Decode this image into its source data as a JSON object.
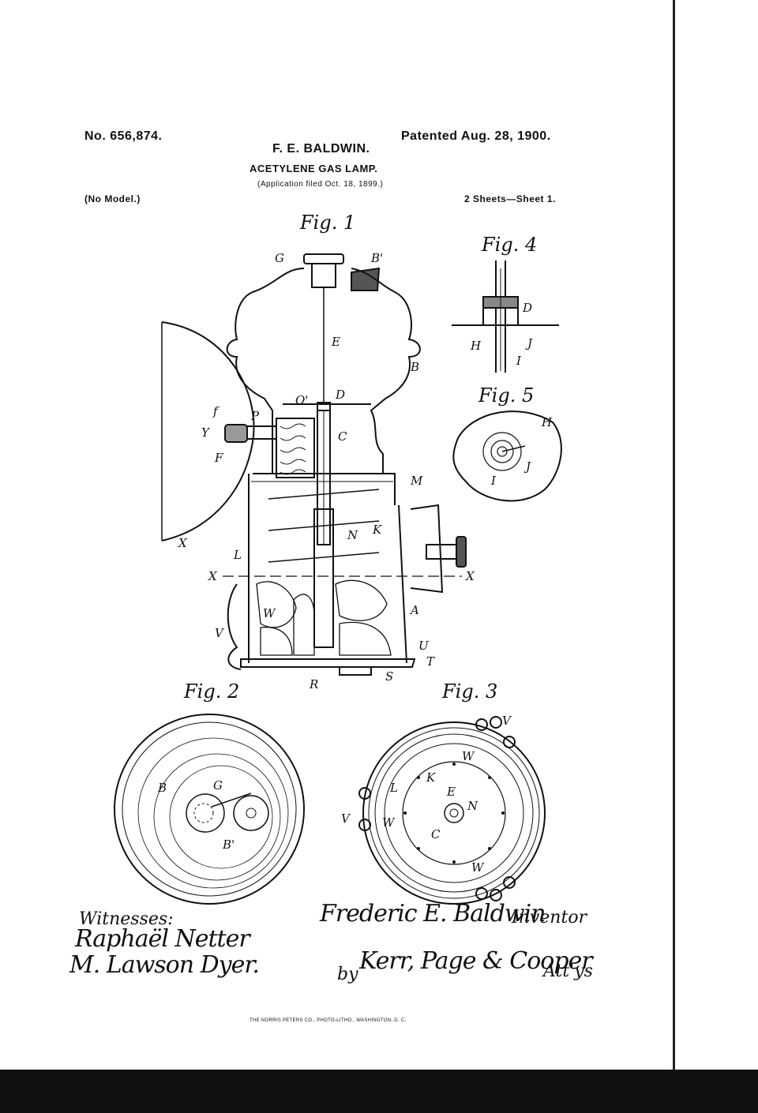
{
  "header": {
    "patent_number": "No. 656,874.",
    "patent_date": "Patented Aug. 28, 1900.",
    "inventor": "F. E. BALDWIN.",
    "title": "ACETYLENE GAS LAMP.",
    "application": "(Application filed Oct. 18, 1899.)",
    "model": "(No Model.)",
    "sheets": "2 Sheets—Sheet 1."
  },
  "figures": {
    "fig1": "Fig. 1",
    "fig2": "Fig. 2",
    "fig3": "Fig. 3",
    "fig4": "Fig. 4",
    "fig5": "Fig. 5"
  },
  "labels": {
    "fig1": [
      "G",
      "B'",
      "E",
      "B",
      "D",
      "O'",
      "C",
      "f",
      "P",
      "Y",
      "F",
      "M",
      "K",
      "N",
      "L",
      "X",
      "X",
      "X",
      "W",
      "A",
      "V",
      "U",
      "T",
      "R",
      "S"
    ],
    "fig2": [
      "B",
      "G",
      "B'"
    ],
    "fig3": [
      "V",
      "W",
      "K",
      "E",
      "L",
      "N",
      "V",
      "W",
      "C",
      "W"
    ],
    "fig4": [
      "D",
      "H",
      "J",
      "I"
    ],
    "fig5": [
      "H",
      "J",
      "I"
    ]
  },
  "signatures": {
    "witnesses_label": "Witnesses:",
    "witness_1": "Raphaël Netter",
    "witness_2": "M. Lawson Dyer.",
    "inventor_signature": "Frederic E. Baldwin",
    "inventor_label": "Inventor",
    "by_label": "by",
    "attorney_signature": "Kerr, Page & Cooper",
    "attorney_label": "Att'ys"
  },
  "printer": "THE NORRIS PETERS CO., PHOTO-LITHO., WASHINGTON, D. C."
}
